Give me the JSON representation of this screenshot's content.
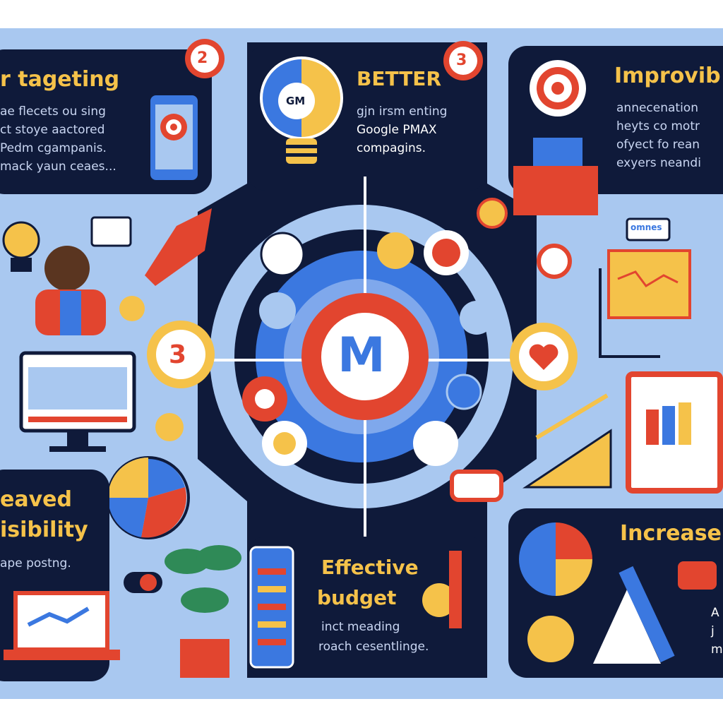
{
  "panels": {
    "top_left": {
      "title": "r tageting",
      "badge": "2",
      "lines": [
        "ae flecets ou sing",
        "ct stoye aactored",
        "Pedm cgampanis.",
        "mack yaun ceaes..."
      ]
    },
    "top_center": {
      "title": "BETTER",
      "badge": "3",
      "bulb_label": "GM",
      "lines": [
        "gjn irsm enting",
        "Google PMAX",
        "compagins."
      ]
    },
    "top_right": {
      "title": "Improvib",
      "lines": [
        "annecenation",
        "heyts co motr",
        "ofyect fo rean",
        "exyers neandi"
      ]
    },
    "bottom_left": {
      "title_lines": [
        "eaved",
        "isibility"
      ],
      "lines": [
        "ape postng."
      ]
    },
    "bottom_center": {
      "title_lines": [
        "Effective",
        "budget"
      ],
      "lines": [
        "inct meading",
        "roach cesentlinge."
      ]
    },
    "bottom_right": {
      "title": "Increase",
      "lines": [
        "A",
        "j",
        "m"
      ]
    }
  },
  "hub": {
    "center_letter": "M",
    "left_badge": "3",
    "speech_bubble": "omnes"
  },
  "colors": {
    "navy": "#0f1a3a",
    "sky": "#a9c8f0",
    "blue": "#3b78e0",
    "red": "#e2452f",
    "yellow": "#f5c24a",
    "white": "#ffffff"
  }
}
